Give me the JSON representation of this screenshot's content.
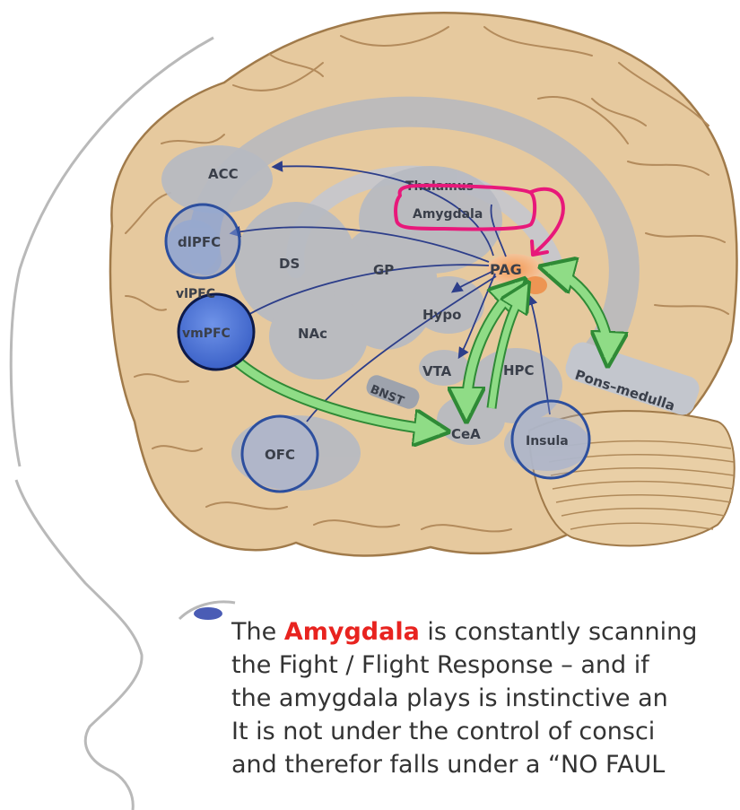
{
  "regions": {
    "acc": "ACC",
    "thalamus": "Thalamus",
    "amygdala": "Amygdala",
    "dlpfc": "dlPFC",
    "ds": "DS",
    "gp": "GP",
    "pag": "PAG",
    "vlpfc": "vlPFC",
    "vmpfc": "vmPFC",
    "nac": "NAc",
    "hypo": "Hypo",
    "vta": "VTA",
    "hpc": "HPC",
    "pons_medulla": "Pons–medulla",
    "bnst": "BNST",
    "cea": "CeA",
    "insula": "Insula",
    "ofc": "OFC"
  },
  "caption": {
    "prefix": "The ",
    "highlight": "Amygdala",
    "line1_rest": " is constantly scanning",
    "line2": "the Fight / Flight Response – and if",
    "line3": "the amygdala plays is instinctive an",
    "line4": "It is not under the control of consci",
    "line5": "and therefor falls under a “NO FAUL"
  },
  "colors": {
    "highlight_text": "#e8231f",
    "annotation_magenta": "#e8187a",
    "brain": "#e6c99e",
    "region_blue": "#2d4f9e",
    "pathway_green": "#7ed07a"
  }
}
